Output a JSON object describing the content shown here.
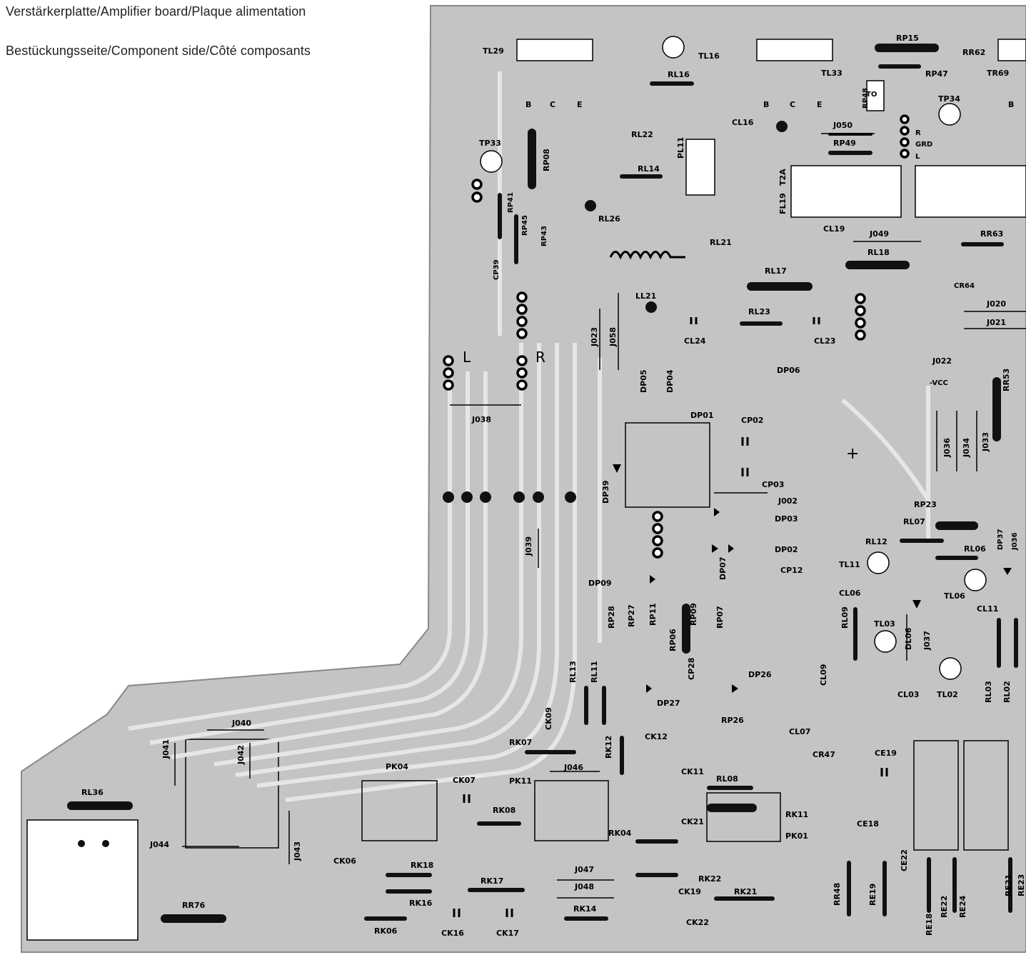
{
  "header": {
    "title": "Verstärkerplatte/Amplifier board/Plaque alimentation",
    "subtitle": "Bestückungsseite/Component side/Côté composants"
  },
  "colors": {
    "background": "#ffffff",
    "copper": "#b9b9b9",
    "ink": "#000000"
  },
  "labels": [
    "TL29",
    "TL16",
    "RL16",
    "TL33",
    "RP15",
    "RR62",
    "RP47",
    "TR69",
    "RP48",
    "TO",
    "TP34",
    "TP33",
    "RP08",
    "RL22",
    "PL11",
    "CL16",
    "RL14",
    "RL26",
    "J050",
    "RP49",
    "R",
    "GRD",
    "L",
    "T2A",
    "FL19",
    "RP41",
    "RP45",
    "RP43",
    "CP39",
    "CL19",
    "J049",
    "RL18",
    "RR63",
    "CR64",
    "RL21",
    "RL17",
    "LL21",
    "RL23",
    "CL24",
    "CL23",
    "J020",
    "J021",
    "J023",
    "J058",
    "DP05",
    "DP04",
    "DP06",
    "J022",
    "-VCC",
    "RR53",
    "J038",
    "DP01",
    "CP02",
    "CP03",
    "J002",
    "DP03",
    "DP02",
    "DP39",
    "J036",
    "J034",
    "J033",
    "RP23",
    "RL07",
    "RL12",
    "RL06",
    "DP37",
    "J036",
    "TL11",
    "CL06",
    "TL06",
    "CL11",
    "J039",
    "DP09",
    "DP07",
    "CP12",
    "RP28",
    "RP27",
    "RP11",
    "RP06",
    "RP09",
    "RP07",
    "CP28",
    "RL09",
    "TL03",
    "DL06",
    "J037",
    "CL09",
    "CL03",
    "TL02",
    "RL03",
    "RL02",
    "DP26",
    "DP27",
    "RP26",
    "RL13",
    "RL11",
    "CK09",
    "RK07",
    "RK12",
    "CL07",
    "CK12",
    "CR47",
    "CE19",
    "J040",
    "J041",
    "J042",
    "PK04",
    "CK07",
    "PK11",
    "J046",
    "CK11",
    "RL08",
    "RK08",
    "CK21",
    "RK11",
    "RK04",
    "PK01",
    "CE18",
    "RL36",
    "J044",
    "J043",
    "CK06",
    "RK18",
    "RK17",
    "RK16",
    "J047",
    "J048",
    "RK22",
    "CK19",
    "RK21",
    "RK14",
    "CK22",
    "RK06",
    "CK16",
    "CK17",
    "RR76",
    "RR48",
    "RE19",
    "CE22",
    "RE18",
    "RE22",
    "RE24",
    "RE21",
    "RE23",
    "L",
    "R",
    "B",
    "C",
    "E",
    "B",
    "C",
    "E",
    "B",
    "+"
  ]
}
